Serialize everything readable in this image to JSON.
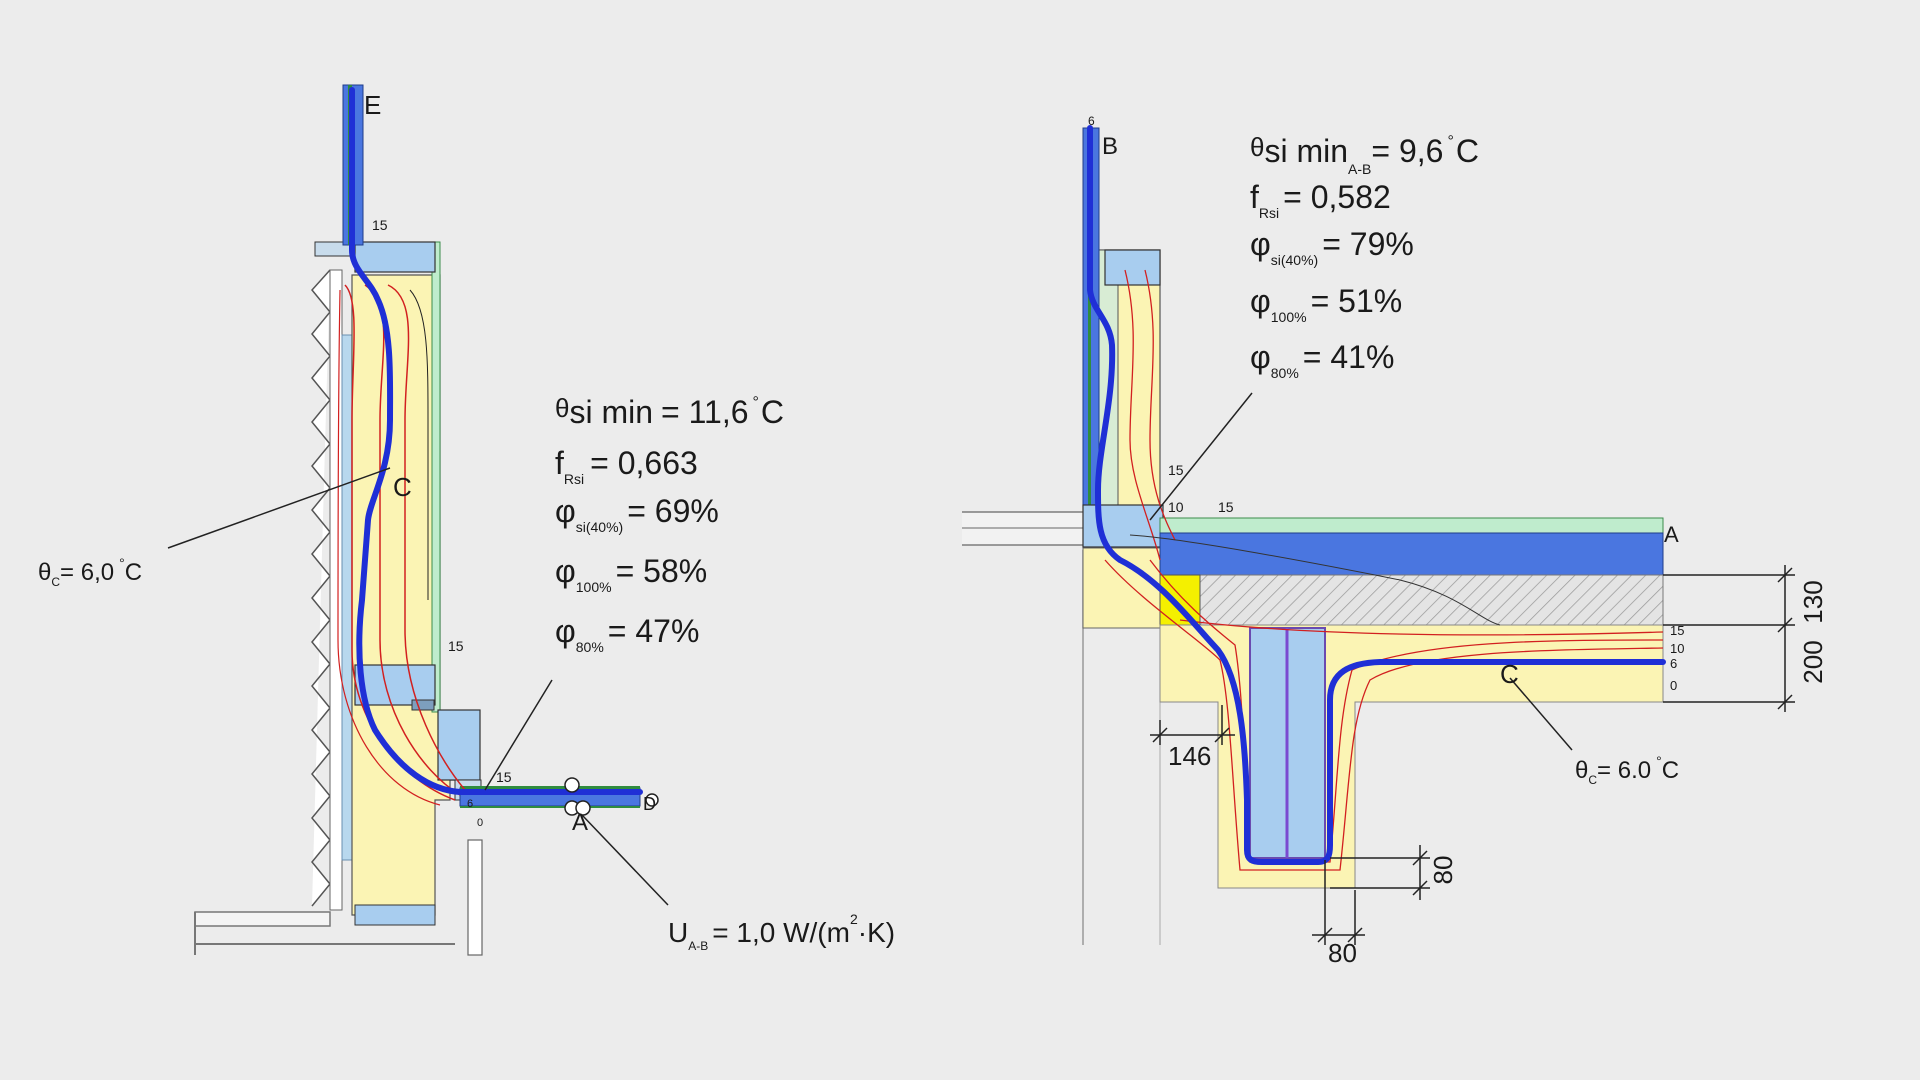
{
  "colors": {
    "background": "#ececec",
    "insulation": "#fbf4b4",
    "window_frame": "#a8cdef",
    "green_layer": "#bfeccd",
    "blue_slab": "#4a76e0",
    "isotherm_critical": "#1f2fd6",
    "isotherm_red": "#d22020",
    "yellow_block": "#f4f000",
    "hatch": "#c8c8c8"
  },
  "left_detail": {
    "point_E": "E",
    "point_C": "C",
    "point_A": "A",
    "point_D": "D",
    "iso_labels": {
      "top": "15",
      "mid": "15",
      "bottom": "15",
      "sill_a": "0",
      "sill_b": "6"
    },
    "theta_c": {
      "sym": "θ",
      "sub": "C",
      "value": "= 6,0",
      "deg": "°",
      "unit": "C"
    },
    "theta_si_min": {
      "sym": "θ",
      "text": "si min",
      "value": "= 11,6",
      "deg": "°",
      "unit": "C"
    },
    "f_rsi": {
      "sym": "f",
      "sub": "Rsi",
      "value": "= 0,663"
    },
    "phi_si40": {
      "sym": "φ",
      "sub": "si(40%)",
      "value": "= 69%"
    },
    "phi_100": {
      "sym": "φ",
      "sub": "100%",
      "value": "= 58%"
    },
    "phi_80": {
      "sym": "φ",
      "sub": "80%",
      "value": "= 47%"
    },
    "u_ab": {
      "sym": "U",
      "sub": "A-B",
      "value": "= 1,0 W/(m",
      "sup": "2",
      "tail": "·K)"
    }
  },
  "right_detail": {
    "point_B": "B",
    "point_A": "A",
    "point_C": "C",
    "top_num": "6",
    "iso_labels": {
      "a": "15",
      "b": "10",
      "c": "15",
      "d": "15",
      "e": "10",
      "f": "6",
      "g": "0"
    },
    "theta_si_min": {
      "sym": "θ",
      "text": "si min",
      "sub": "A-B",
      "value": "= 9,6",
      "deg": "°",
      "unit": "C"
    },
    "f_rsi": {
      "sym": "f",
      "sub": "Rsi",
      "value": "= 0,582"
    },
    "phi_si40": {
      "sym": "φ",
      "sub": "si(40%)",
      "value": "= 79%"
    },
    "phi_100": {
      "sym": "φ",
      "sub": "100%",
      "value": "= 51%"
    },
    "phi_80": {
      "sym": "φ",
      "sub": "80%",
      "value": "= 41%"
    },
    "theta_c": {
      "sym": "θ",
      "sub": "C",
      "value": "= 6.0",
      "deg": "°",
      "unit": "C"
    },
    "dims": {
      "d146": "146",
      "d130": "130",
      "d200": "200",
      "d80_v": "80",
      "d80_h": "80"
    }
  }
}
